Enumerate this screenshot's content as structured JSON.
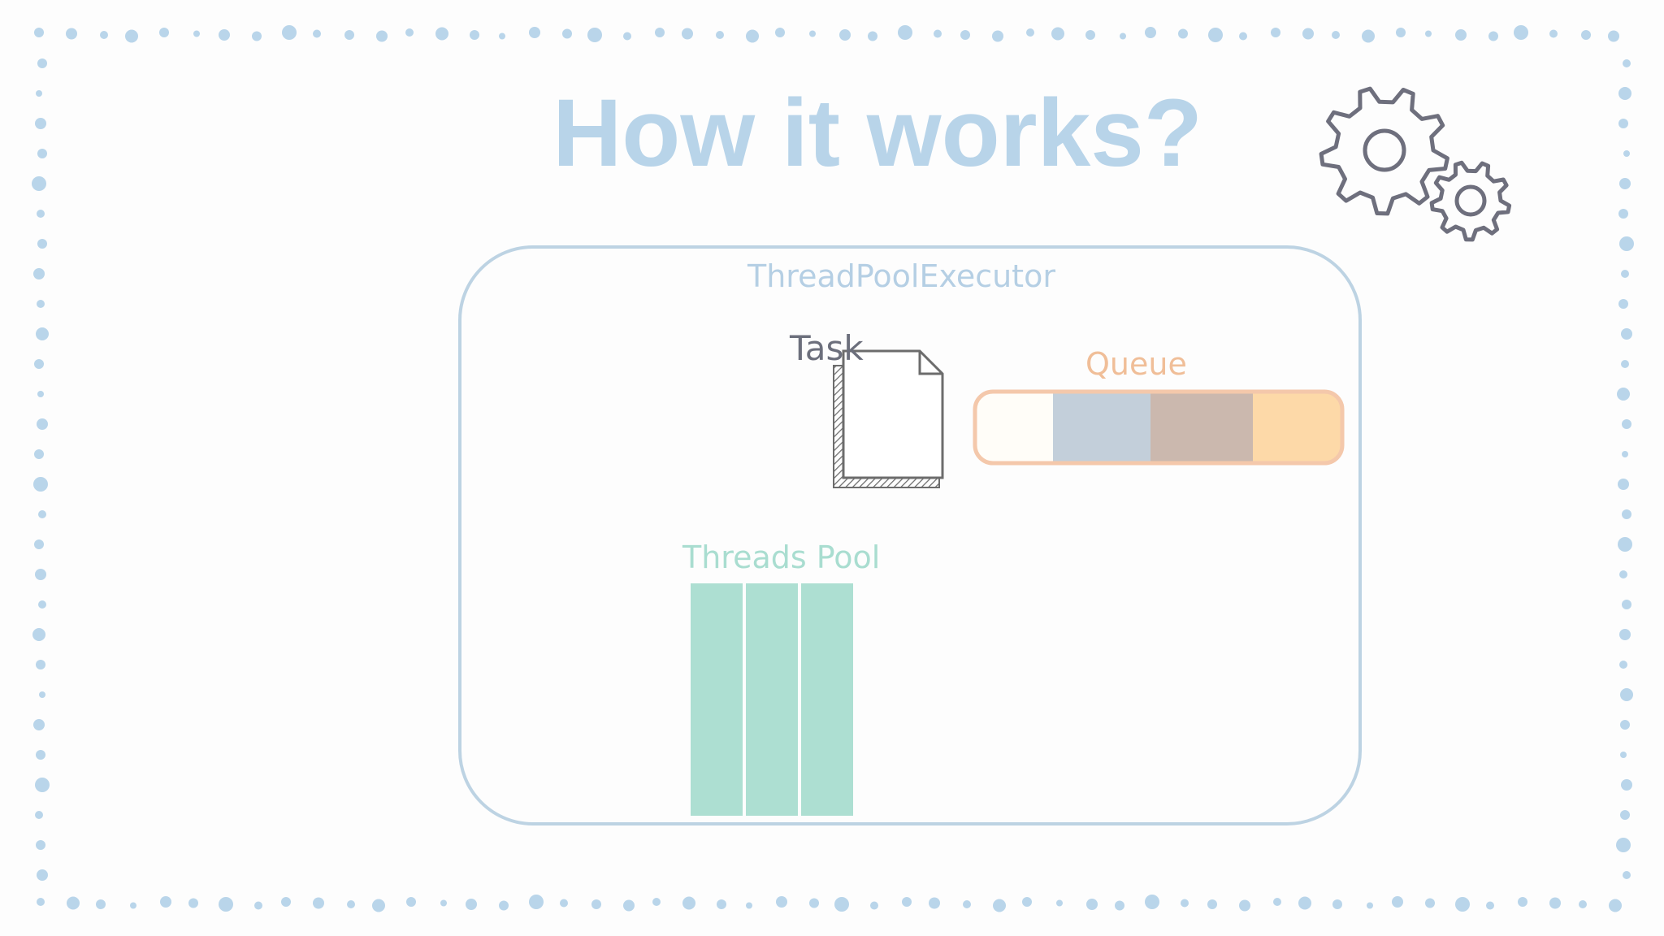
{
  "slide": {
    "title": "How it works?",
    "executor_label": "ThreadPoolExecutor",
    "task_label": "Task",
    "queue_label": "Queue",
    "pool_label": "Threads Pool"
  },
  "icons": {
    "gears": "gears-icon",
    "task_document": "document-icon"
  },
  "queue": {
    "slots": [
      {
        "color": "#fffdf8"
      },
      {
        "color": "#c3cfda"
      },
      {
        "color": "#cbb8ae"
      },
      {
        "color": "#fdd9a8"
      }
    ],
    "border_color": "#f4c8ab"
  },
  "threads_pool": {
    "threads": 3,
    "color": "#addfd2"
  },
  "colors": {
    "title": "#b8d4e9",
    "executor_border": "#bdd3e3",
    "dots": "#b9d5ea",
    "gear_stroke": "#6e6f7d"
  }
}
